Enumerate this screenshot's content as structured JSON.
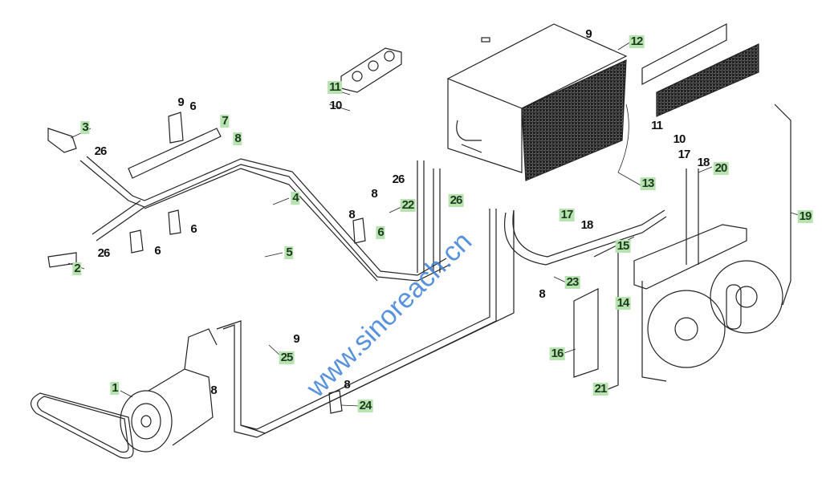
{
  "title": "Air conditioning system parts diagram",
  "watermark": "www.sinoreach.cn",
  "callouts": [
    {
      "num": "1",
      "highlighted": true
    },
    {
      "num": "2",
      "highlighted": true
    },
    {
      "num": "3",
      "highlighted": true
    },
    {
      "num": "4",
      "highlighted": true
    },
    {
      "num": "5",
      "highlighted": true
    },
    {
      "num": "6",
      "highlighted": false
    },
    {
      "num": "6",
      "highlighted": false
    },
    {
      "num": "6",
      "highlighted": false
    },
    {
      "num": "6",
      "highlighted": true
    },
    {
      "num": "7",
      "highlighted": true
    },
    {
      "num": "8",
      "highlighted": true
    },
    {
      "num": "8",
      "highlighted": false
    },
    {
      "num": "8",
      "highlighted": false
    },
    {
      "num": "8",
      "highlighted": false
    },
    {
      "num": "8",
      "highlighted": false
    },
    {
      "num": "8",
      "highlighted": false
    },
    {
      "num": "9",
      "highlighted": false
    },
    {
      "num": "9",
      "highlighted": false
    },
    {
      "num": "9",
      "highlighted": false
    },
    {
      "num": "10",
      "highlighted": false
    },
    {
      "num": "10",
      "highlighted": false
    },
    {
      "num": "11",
      "highlighted": true
    },
    {
      "num": "11",
      "highlighted": false
    },
    {
      "num": "12",
      "highlighted": true
    },
    {
      "num": "13",
      "highlighted": true
    },
    {
      "num": "14",
      "highlighted": true
    },
    {
      "num": "15",
      "highlighted": true
    },
    {
      "num": "16",
      "highlighted": true
    },
    {
      "num": "17",
      "highlighted": true
    },
    {
      "num": "17",
      "highlighted": false
    },
    {
      "num": "18",
      "highlighted": false
    },
    {
      "num": "18",
      "highlighted": false
    },
    {
      "num": "19",
      "highlighted": true
    },
    {
      "num": "20",
      "highlighted": true
    },
    {
      "num": "21",
      "highlighted": true
    },
    {
      "num": "22",
      "highlighted": true
    },
    {
      "num": "23",
      "highlighted": true
    },
    {
      "num": "24",
      "highlighted": true
    },
    {
      "num": "25",
      "highlighted": true
    },
    {
      "num": "26",
      "highlighted": false
    },
    {
      "num": "26",
      "highlighted": false
    },
    {
      "num": "26",
      "highlighted": false
    },
    {
      "num": "26",
      "highlighted": true
    }
  ],
  "colors": {
    "highlight": "#b7e3b0",
    "line": "#222222",
    "watermark": "#3d7fd6"
  }
}
